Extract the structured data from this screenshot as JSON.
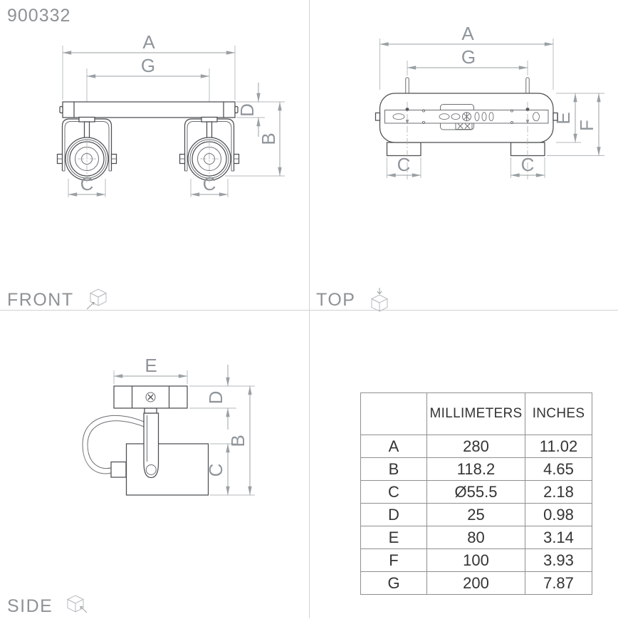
{
  "product_code": "900332",
  "views": {
    "front": {
      "label": "FRONT"
    },
    "top": {
      "label": "TOP"
    },
    "side": {
      "label": "SIDE"
    }
  },
  "dim_letters": {
    "A": "A",
    "B": "B",
    "C": "C",
    "D": "D",
    "E": "E",
    "F": "F",
    "G": "G"
  },
  "table": {
    "col_headers": [
      "MILLIMETERS",
      "INCHES"
    ],
    "rows": [
      {
        "letter": "A",
        "mm": "280",
        "inches": "11.02"
      },
      {
        "letter": "B",
        "mm": "118.2",
        "inches": "4.65"
      },
      {
        "letter": "C",
        "mm": "Ø55.5",
        "inches": "2.18"
      },
      {
        "letter": "D",
        "mm": "25",
        "inches": "0.98"
      },
      {
        "letter": "E",
        "mm": "80",
        "inches": "3.14"
      },
      {
        "letter": "F",
        "mm": "100",
        "inches": "3.93"
      },
      {
        "letter": "G",
        "mm": "200",
        "inches": "7.87"
      }
    ]
  }
}
